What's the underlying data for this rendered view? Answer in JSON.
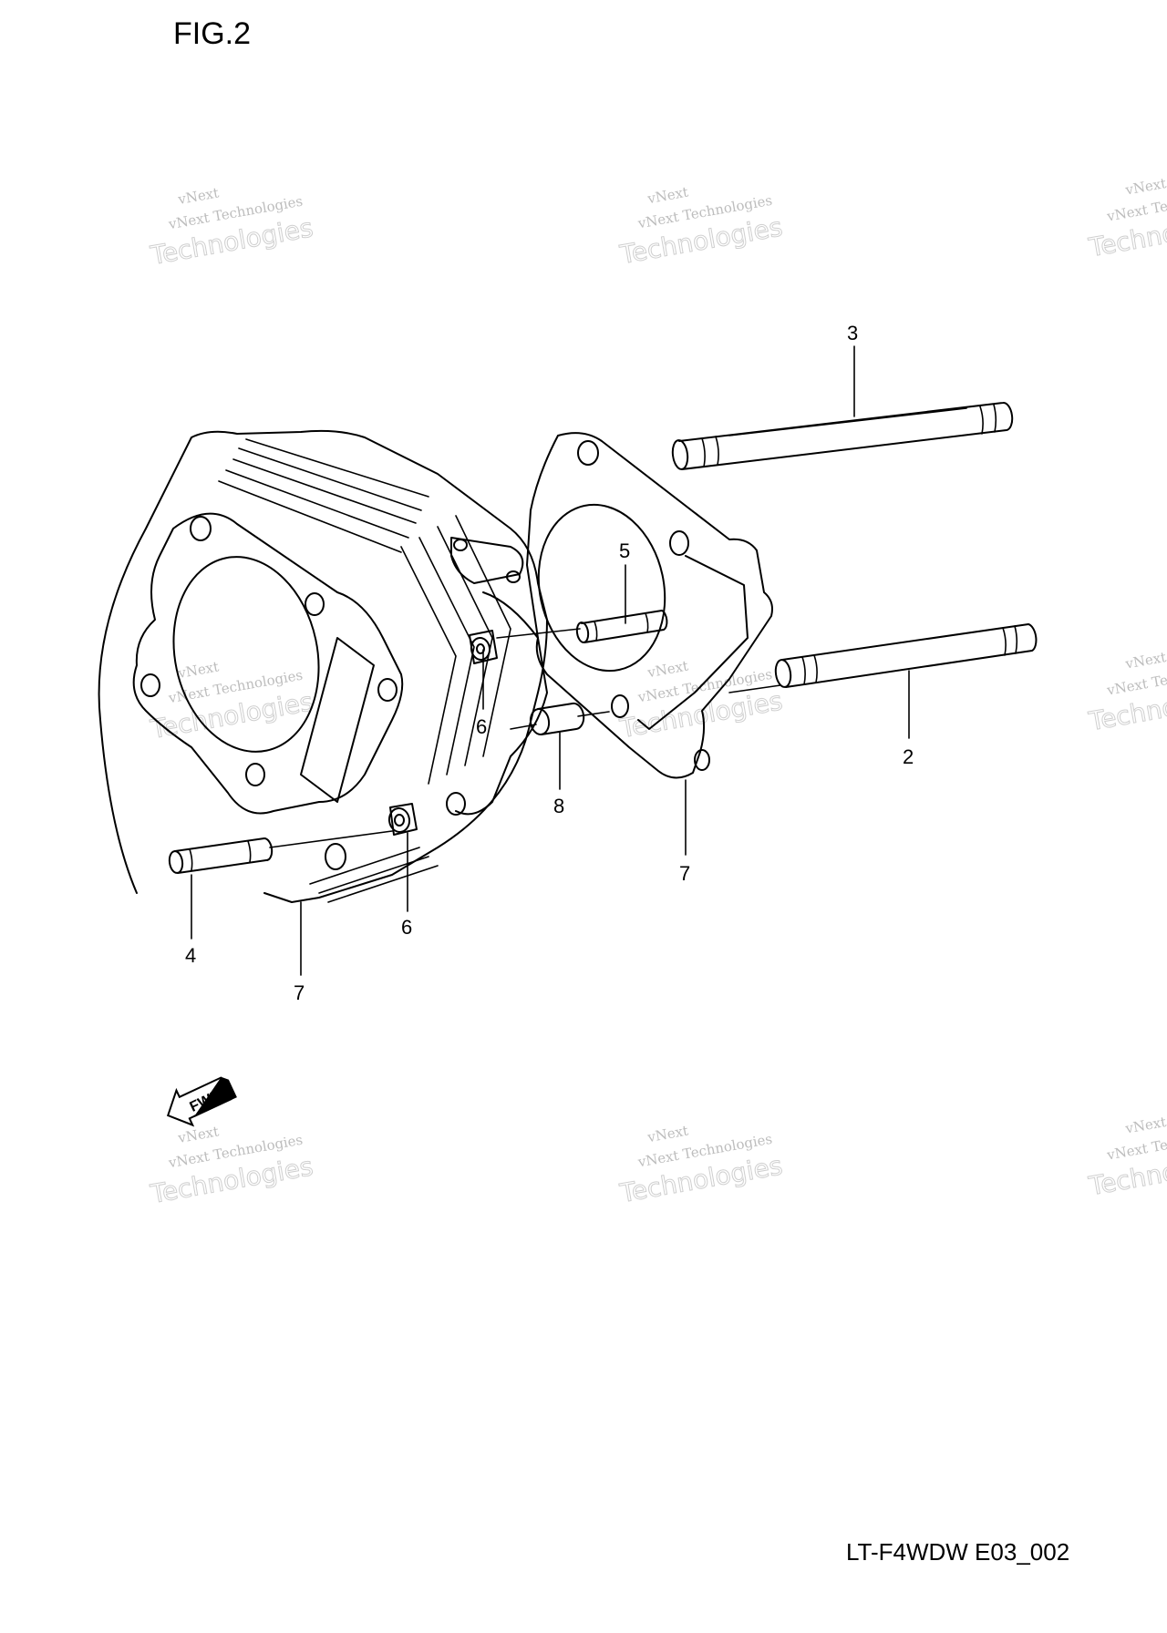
{
  "figure_title": "FIG.2",
  "footer_code": "LT-F4WDW E03_002",
  "watermark": {
    "line1": "vNext",
    "line2": "vNext Technologies",
    "line3": "Technologies"
  },
  "fwd_label": "FWD",
  "callouts": {
    "c2": "2",
    "c3": "3",
    "c4": "4",
    "c5": "5",
    "c6a": "6",
    "c6b": "6",
    "c7a": "7",
    "c7b": "7",
    "c8": "8"
  }
}
